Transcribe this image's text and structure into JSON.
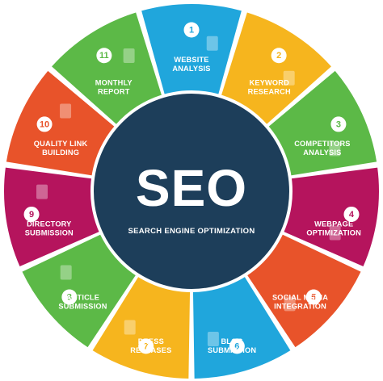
{
  "center": {
    "title": "SEO",
    "subtitle": "SEARCH ENGINE OPTIMIZATION",
    "color": "#1d3e5a"
  },
  "segments": [
    {
      "number": "1",
      "lines": [
        "WEBSITE",
        "ANALYSIS"
      ],
      "color": "#20a6dc",
      "icon": "arrow-chart-icon"
    },
    {
      "number": "2",
      "lines": [
        "KEYWORD",
        "RESEARCH"
      ],
      "color": "#f6b51e",
      "icon": "document-icon"
    },
    {
      "number": "3",
      "lines": [
        "COMPETITORS",
        "ANALYSIS"
      ],
      "color": "#5cb947",
      "icon": "people-icon"
    },
    {
      "number": "4",
      "lines": [
        "WEBPAGE",
        "OPTIMIZATION"
      ],
      "color": "#b5145d",
      "icon": "gear-icon"
    },
    {
      "number": "5",
      "lines": [
        "SOCIAL MEDIA",
        "INTEGRATION"
      ],
      "color": "#e8532a",
      "icon": "person-icon"
    },
    {
      "number": "6",
      "lines": [
        "BLOG",
        "SUBMISSION"
      ],
      "color": "#20a6dc",
      "icon": "chat-bubble-icon"
    },
    {
      "number": "7",
      "lines": [
        "PRESS",
        "RELEASES"
      ],
      "color": "#f6b51e",
      "icon": "rss-icon"
    },
    {
      "number": "8",
      "lines": [
        "ARTICLE",
        "SUBMISSION"
      ],
      "color": "#5cb947",
      "icon": "pencil-icon"
    },
    {
      "number": "9",
      "lines": [
        "DIRECTORY",
        "SUBMISSION"
      ],
      "color": "#b5145d",
      "icon": "pencil-icon"
    },
    {
      "number": "10",
      "lines": [
        "QUALITY LINK",
        "BUILDING"
      ],
      "color": "#e8532a",
      "icon": "link-icon"
    },
    {
      "number": "11",
      "lines": [
        "MONTHLY",
        "REPORT"
      ],
      "color": "#5cb947",
      "icon": "bar-chart-icon"
    }
  ]
}
